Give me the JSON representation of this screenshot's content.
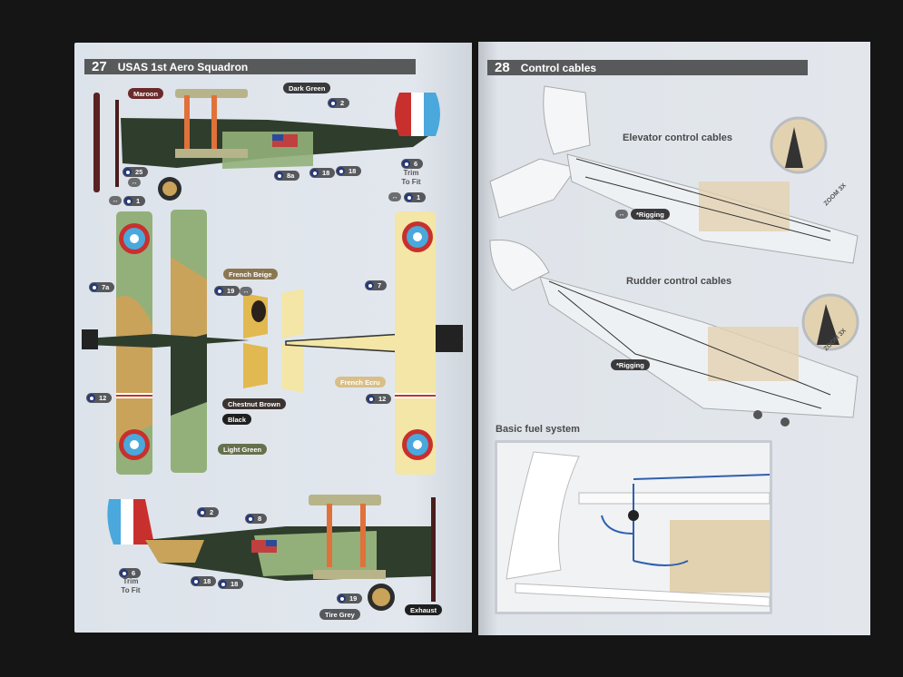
{
  "left_page": {
    "section_number": "27",
    "section_title": "USAS 1st Aero Squadron",
    "color_labels": {
      "maroon": "Maroon",
      "dark_green": "Dark Green",
      "french_beige": "French Beige",
      "french_ecru": "French Ecru",
      "chestnut_brown": "Chestnut Brown",
      "black": "Black",
      "light_green": "Light Green",
      "tire_grey": "Tire Grey",
      "exhaust": "Exhaust"
    },
    "part_numbers": {
      "top_view_2": "2",
      "top_view_25": "25",
      "top_view_8a": "8a",
      "top_view_18a": "18",
      "top_view_18b": "18",
      "top_view_6": "6",
      "wing_1_left": "1",
      "wing_1_right": "1",
      "wing_7a": "7a",
      "wing_19": "19",
      "wing_7": "7",
      "wing_12_left": "12",
      "wing_12_right": "12",
      "bottom_2": "2",
      "bottom_8": "8",
      "bottom_6": "6",
      "bottom_18a": "18",
      "bottom_18b": "18",
      "bottom_19": "19"
    },
    "trim_note": "Trim\nTo Fit",
    "trim_note_bottom": "Trim\nTo Fit",
    "colors": {
      "dark_green": "#2f3d2c",
      "light_green": "#93b07a",
      "beige": "#c9a35a",
      "ecru": "#f3e6a6",
      "roundel_red": "#c8302e",
      "roundel_blue": "#4aa8dc",
      "maroon": "#5a2222"
    }
  },
  "right_page": {
    "section_number": "28",
    "section_title": "Control cables",
    "elevator_title": "Elevator control cables",
    "rudder_title": "Rudder control cables",
    "fuel_title": "Basic fuel system",
    "rigging_label_1": "*Rigging",
    "rigging_label_2": "*Rigging",
    "zoom_label_1": "ZOOM 3X",
    "zoom_label_2": "ZOOM 3X",
    "colors": {
      "fuel_line": "#2f5fae",
      "wood": "#e3d2b0"
    }
  },
  "icons": {
    "bidirectional_arrows": "↔"
  }
}
